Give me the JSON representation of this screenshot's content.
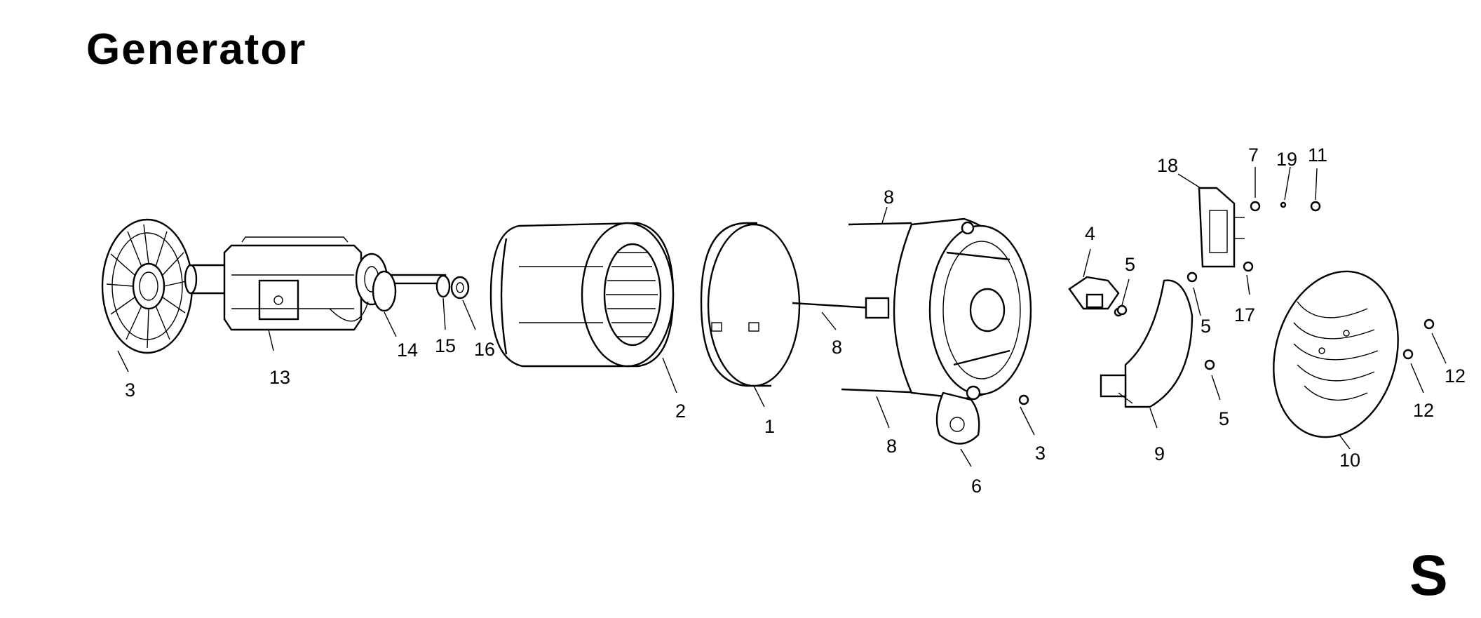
{
  "page": {
    "title": "Generator",
    "section_letter": "S"
  },
  "callouts": {
    "c3a": "3",
    "c13": "13",
    "c14": "14",
    "c15": "15",
    "c16": "16",
    "c2": "2",
    "c1": "1",
    "c8a": "8",
    "c8b": "8",
    "c8c": "8",
    "c6": "6",
    "c3b": "3",
    "c4": "4",
    "c5a": "5",
    "c5b": "5",
    "c5c": "5",
    "c9": "9",
    "c18": "18",
    "c7": "7",
    "c19": "19",
    "c11": "11",
    "c17": "17",
    "c10": "10",
    "c12a": "12",
    "c12b": "12"
  }
}
